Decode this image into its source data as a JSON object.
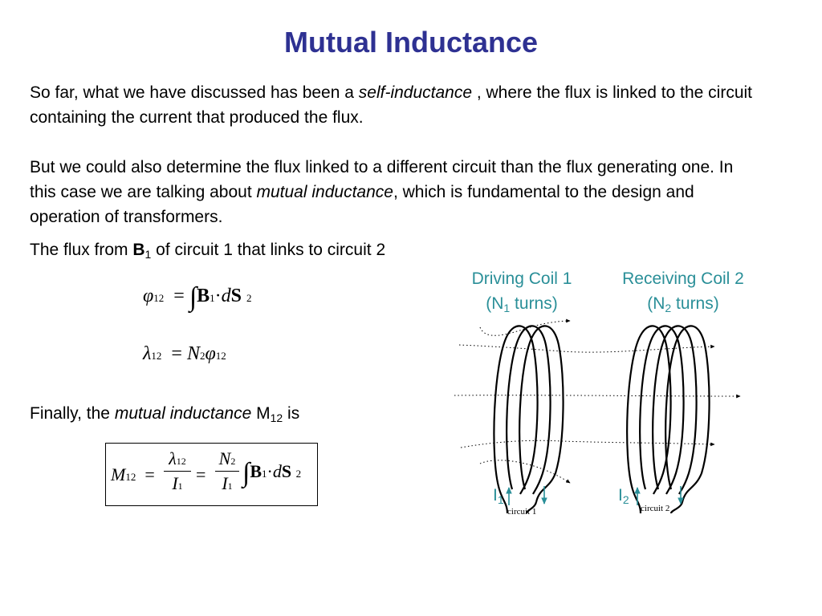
{
  "title": "Mutual Inductance",
  "intro": {
    "before": "So far, what we have discussed has been a ",
    "term": "self-inductance",
    "after": " , where the flux is linked to the circuit containing the current that produced the flux."
  },
  "mutual_text": {
    "before": "But we could also determine the flux linked to a different circuit than the flux generating one.  In this case we are talking about ",
    "term": "mutual inductance",
    "after": ", which is fundamental to the design and operation of transformers."
  },
  "flux_line": {
    "before": "The flux from ",
    "symbol": "B",
    "sub": "1",
    "after": " of circuit 1 that links to circuit 2"
  },
  "final_line": {
    "before": "Finally, the ",
    "term": "mutual inductance",
    "symbol": " M",
    "sub": "12",
    "after": " is"
  },
  "equations": {
    "phi": "φ",
    "lambda": "λ",
    "eq": "=",
    "integral": "∫",
    "B": "B",
    "d": "d",
    "S": "S",
    "N": "N",
    "M": "M",
    "I": "I",
    "dot": "·",
    "sub12": "12",
    "sub1": "1",
    "sub2": "2"
  },
  "diagram": {
    "coil1_title": "Driving Coil 1",
    "coil1_turns_before": "(N",
    "coil1_turns_sub": "1",
    "coil1_turns_after": " turns)",
    "coil2_title": "Receiving Coil 2",
    "coil2_turns_before": "(N",
    "coil2_turns_sub": "2",
    "coil2_turns_after": " turns)",
    "current1": "I",
    "current1_sub": "1",
    "current2": "I",
    "current2_sub": "2",
    "circuit1": "circuit 1",
    "circuit2": "circuit 2",
    "accent_color": "#2a8f98"
  }
}
